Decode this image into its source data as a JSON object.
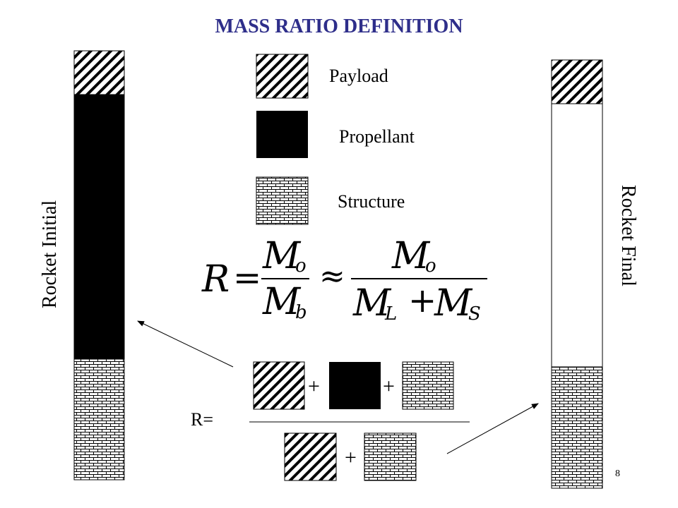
{
  "title": "MASS RATIO DEFINITION",
  "legend": [
    {
      "label": "Payload",
      "pattern": "hatch"
    },
    {
      "label": "Propellant",
      "pattern": "solid"
    },
    {
      "label": "Structure",
      "pattern": "brick"
    }
  ],
  "rocket_initial_label": "Rocket Initial",
  "rocket_final_label": "Rocket Final",
  "formula": {
    "lhs": "R",
    "equals": "=",
    "approx": "≈",
    "m0": "M",
    "sub_o": "o",
    "mb": "M",
    "sub_b": "b",
    "ml": "M",
    "sub_L": "L",
    "plus": "+",
    "ms": "M",
    "sub_S": "S"
  },
  "ratio_equation": {
    "r_label": "R=",
    "plus_sign": "+"
  },
  "page_number": "8",
  "colors": {
    "title": "#2e2e8a",
    "propellant": "#000000",
    "background": "#ffffff"
  }
}
